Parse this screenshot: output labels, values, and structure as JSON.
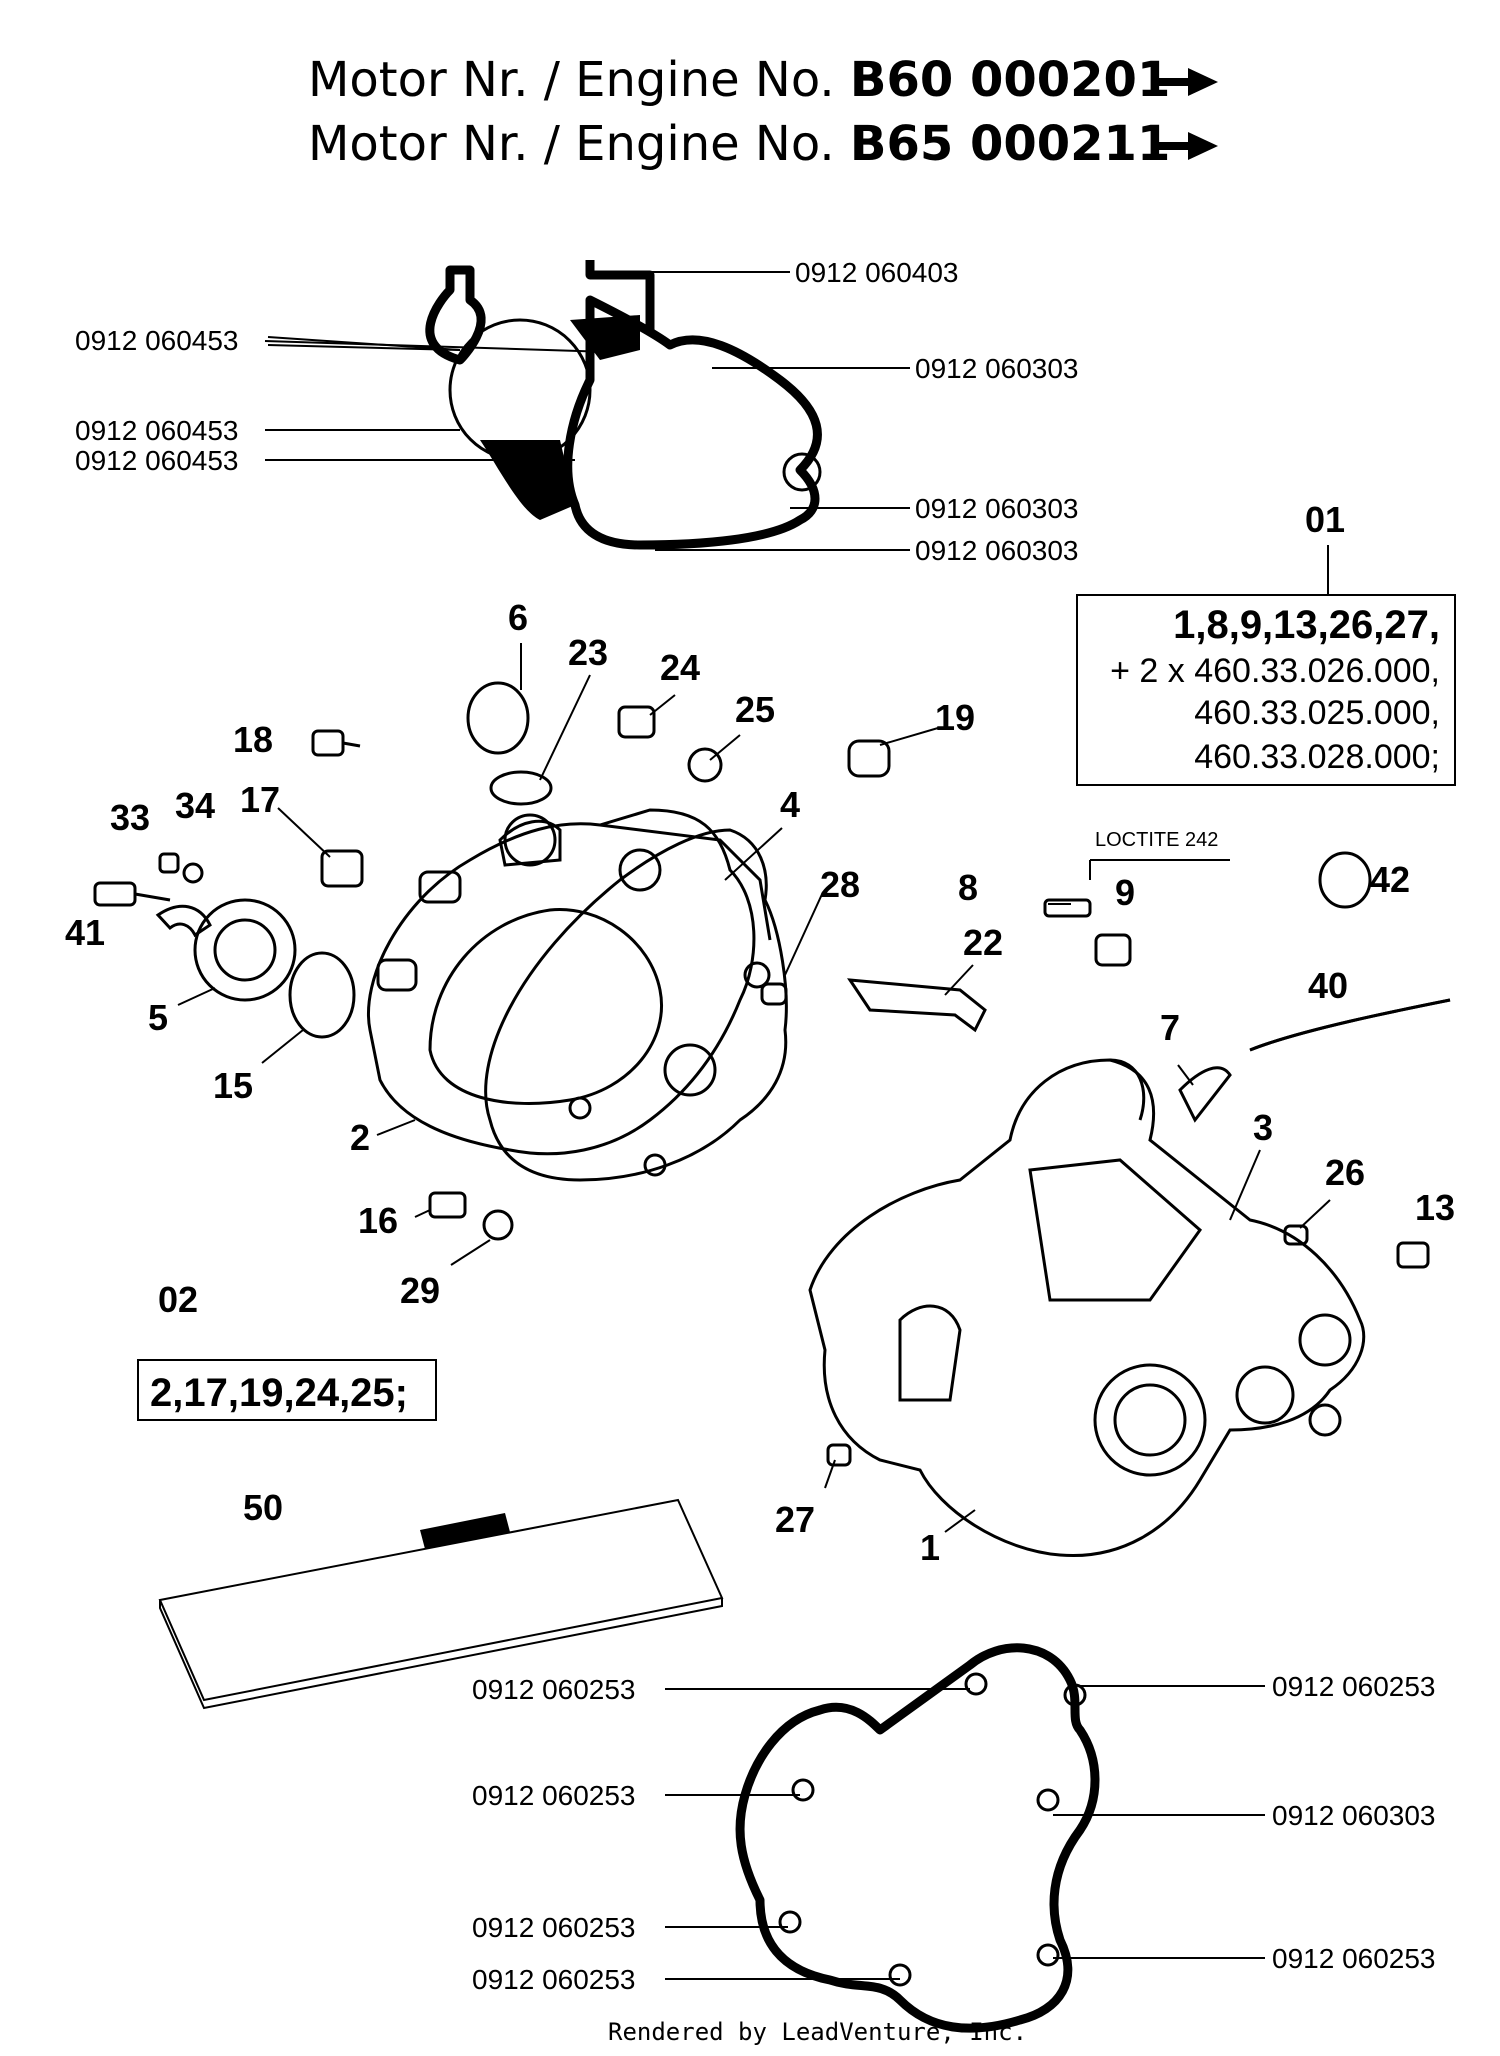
{
  "header": {
    "line1_prefix": "Motor Nr. / Engine No.",
    "line1_number": "B60 000201",
    "line2_prefix": "Motor Nr. / Engine No.",
    "line2_number": "B65 000211"
  },
  "top_gasket_callouts": [
    "0912 060403",
    "0912 060453",
    "0912 060303",
    "0912 060453",
    "0912 060453",
    "0912 060303",
    "0912 060303"
  ],
  "kits": {
    "kit01": {
      "label": "01",
      "lines": [
        "1,8,9,13,26,27,",
        "+ 2 x 460.33.026.000,",
        "460.33.025.000,",
        "460.33.028.000;"
      ]
    },
    "kit02": {
      "label": "02",
      "lines": [
        "2,17,19,24,25;"
      ]
    }
  },
  "part_numbers": {
    "p1": "1",
    "p2": "2",
    "p3": "3",
    "p4": "4",
    "p5": "5",
    "p6": "6",
    "p7": "7",
    "p8": "8",
    "p9": "9",
    "p13": "13",
    "p15": "15",
    "p16": "16",
    "p17": "17",
    "p18": "18",
    "p19": "19",
    "p22": "22",
    "p23": "23",
    "p24": "24",
    "p25": "25",
    "p26": "26",
    "p27": "27",
    "p28": "28",
    "p29": "29",
    "p33": "33",
    "p34": "34",
    "p40": "40",
    "p41": "41",
    "p42": "42",
    "p50": "50"
  },
  "loctite_note": "LOCTITE 242",
  "bottom_gasket_callouts": [
    "0912 060253",
    "0912 060253",
    "0912 060253",
    "0912 060303",
    "0912 060253",
    "0912 060253",
    "0912 060253"
  ],
  "footer": "Rendered by LeadVenture, Inc."
}
